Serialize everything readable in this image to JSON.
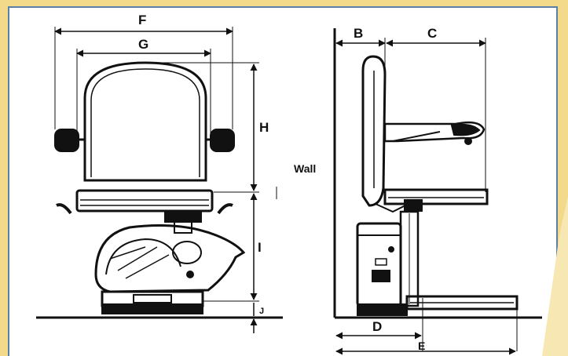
{
  "diagram": {
    "labels": {
      "F": "F",
      "G": "G",
      "H": "H",
      "I": "I",
      "J": "J",
      "B": "B",
      "C": "C",
      "D": "D",
      "E": "E",
      "wall": "Wall"
    },
    "colors": {
      "background": "#f3d98a",
      "panel": "#ffffff",
      "frame_border": "#5b7fa8",
      "ink": "#111111"
    }
  }
}
